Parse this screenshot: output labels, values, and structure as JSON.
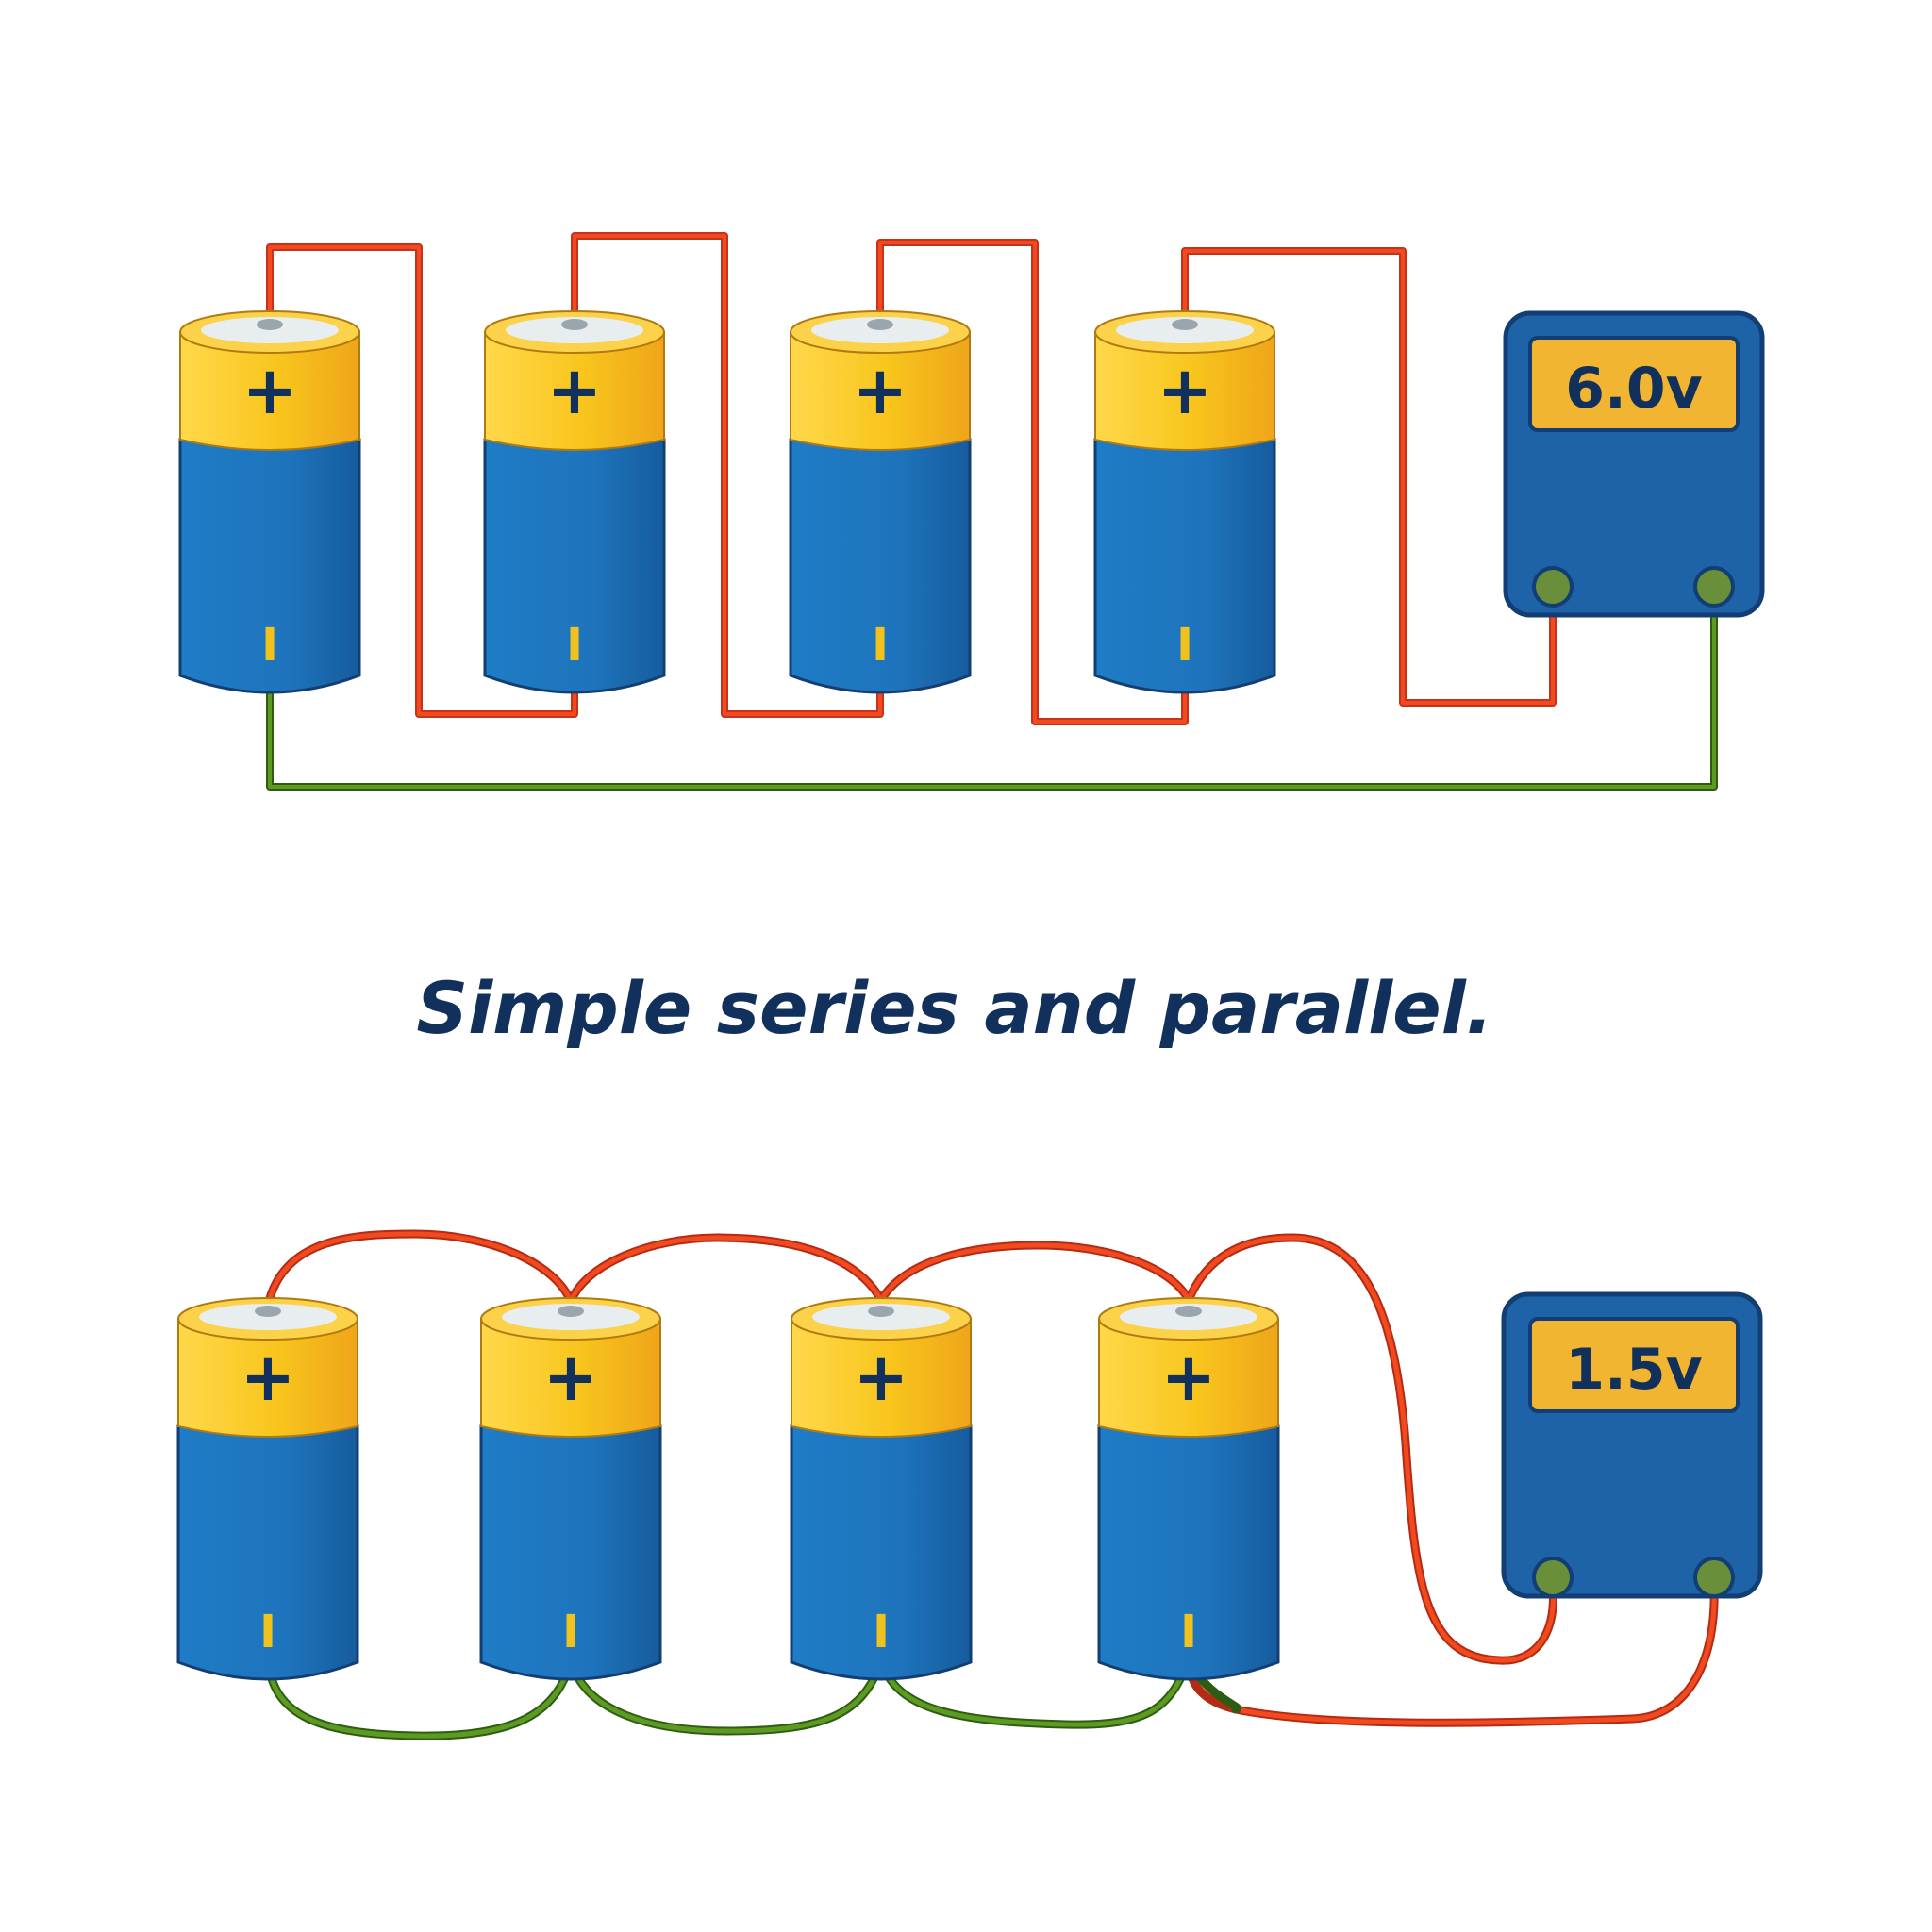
{
  "caption": "Simple series and parallel.",
  "series_circuit": {
    "battery_count": 4,
    "positive_symbol": "+",
    "negative_symbol": "I",
    "meter_reading": "6.0v"
  },
  "parallel_circuit": {
    "battery_count": 4,
    "positive_symbol": "+",
    "negative_symbol": "I",
    "meter_reading": "1.5v"
  },
  "colors": {
    "battery_top": "#F8C51C",
    "battery_top_shade": "#EFA51A",
    "battery_body": "#1E74BC",
    "battery_body_shade": "#155A99",
    "terminal_cap": "#E8EEF0",
    "meter_body": "#1E63A8",
    "meter_border": "#123E73",
    "meter_display": "#F2B531",
    "text_dark": "#12305C",
    "wire_positive": "#E9431C",
    "wire_negative": "#4E8A1E"
  }
}
